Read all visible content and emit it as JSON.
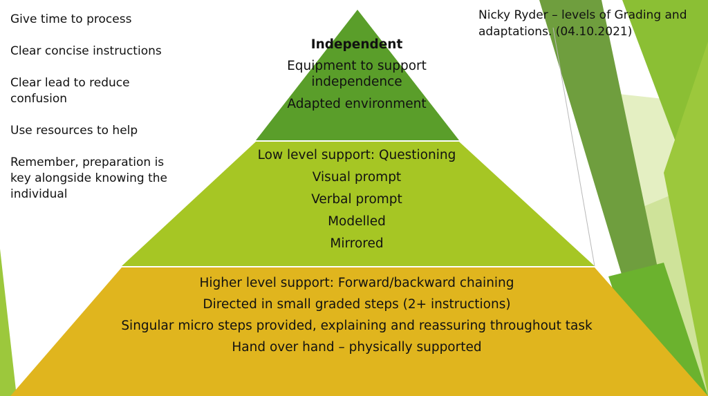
{
  "tips": [
    "Give time to process",
    "Clear concise instructions",
    "Clear lead to reduce confusion",
    "Use resources to help",
    "Remember, preparation is key alongside knowing the individual"
  ],
  "credit": "Nicky Ryder – levels of Grading and adaptations. (04.10.2021)",
  "pyramid": {
    "top": {
      "heading": "Independent",
      "items": [
        "Equipment to support independence",
        "Adapted environment"
      ]
    },
    "middle": {
      "items": [
        "Low level support: Questioning",
        "Visual prompt",
        "Verbal prompt",
        "Modelled",
        "Mirrored"
      ]
    },
    "bottom": {
      "items": [
        "Higher level support: Forward/backward chaining",
        "Directed in small graded steps (2+ instructions)",
        "Singular micro steps provided, explaining and reassuring throughout task",
        "Hand over hand – physically supported"
      ]
    }
  },
  "colors": {
    "top_tier": "#5a9e2a",
    "middle_tier": "#a6c624",
    "bottom_tier": "#e0b51e",
    "accent_green": "#8bbf34"
  }
}
